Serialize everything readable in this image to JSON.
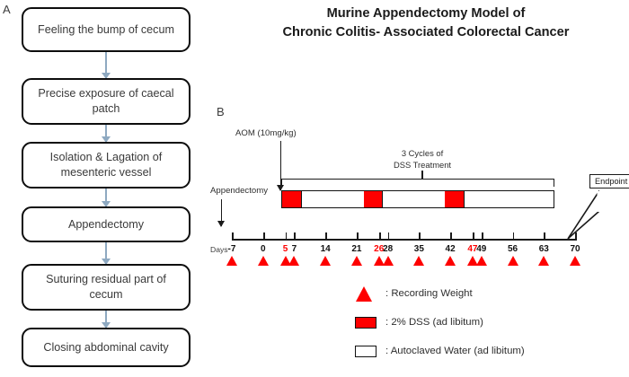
{
  "figure": {
    "title_line1": "Murine Appendectomy Model of",
    "title_line2": "Chronic Colitis- Associated Colorectal Cancer",
    "panel_a_letter": "A",
    "panel_b_letter": "B"
  },
  "colors": {
    "dss_red": "#fe0000",
    "marker_red": "#fe0000",
    "box_border": "#0d0d0d",
    "arrow_blue": "#8ea9c1",
    "axis_black": "#1a1a1a"
  },
  "flowchart": {
    "steps": [
      {
        "label": "Feeling the bump of cecum"
      },
      {
        "label": "Precise exposure of caecal patch"
      },
      {
        "label": "Isolation & Lagation of mesenteric vessel"
      },
      {
        "label": "Appendectomy"
      },
      {
        "label": "Suturing residual part of cecum"
      },
      {
        "label": "Closing abdominal cavity"
      }
    ]
  },
  "timeline": {
    "aom_label": "AOM (10mg/kg)",
    "appendectomy_label": "Appendectomy",
    "cycles_label_line1": "3 Cycles of",
    "cycles_label_line2": "DSS Treatment",
    "endpoint_label": "Endpoint",
    "days_caption": "Days",
    "axis_range": [
      -7,
      70
    ],
    "day_ticks": [
      {
        "value": -7,
        "label": "-7",
        "red": false,
        "weight_marker": true
      },
      {
        "value": 0,
        "label": "0",
        "red": false,
        "weight_marker": true
      },
      {
        "value": 5,
        "label": "5",
        "red": true,
        "weight_marker": true
      },
      {
        "value": 7,
        "label": "7",
        "red": false,
        "weight_marker": true
      },
      {
        "value": 14,
        "label": "14",
        "red": false,
        "weight_marker": true
      },
      {
        "value": 21,
        "label": "21",
        "red": false,
        "weight_marker": true
      },
      {
        "value": 26,
        "label": "26",
        "red": true,
        "weight_marker": true
      },
      {
        "value": 28,
        "label": "28",
        "red": false,
        "weight_marker": true
      },
      {
        "value": 35,
        "label": "35",
        "red": false,
        "weight_marker": true
      },
      {
        "value": 42,
        "label": "42",
        "red": false,
        "weight_marker": true
      },
      {
        "value": 47,
        "label": "47",
        "red": true,
        "weight_marker": true
      },
      {
        "value": 49,
        "label": "49",
        "red": false,
        "weight_marker": true
      },
      {
        "value": 56,
        "label": "56",
        "red": false,
        "weight_marker": true
      },
      {
        "value": 63,
        "label": "63",
        "red": false,
        "weight_marker": true
      },
      {
        "value": 70,
        "label": "70",
        "red": false,
        "weight_marker": true
      }
    ],
    "aom_day": 0,
    "appendectomy_day": -7,
    "endpoint_day": 70,
    "water_bar_range": [
      0,
      70
    ],
    "dss_blocks": [
      {
        "start": 0,
        "end": 5
      },
      {
        "start": 21,
        "end": 26
      },
      {
        "start": 42,
        "end": 47
      }
    ]
  },
  "legend": {
    "items": [
      {
        "swatch": "triangle",
        "text": ": Recording  Weight"
      },
      {
        "swatch": "red-box",
        "text": ": 2% DSS (ad libitum)"
      },
      {
        "swatch": "white-box",
        "text": ": Autoclaved Water (ad libitum)"
      }
    ]
  }
}
